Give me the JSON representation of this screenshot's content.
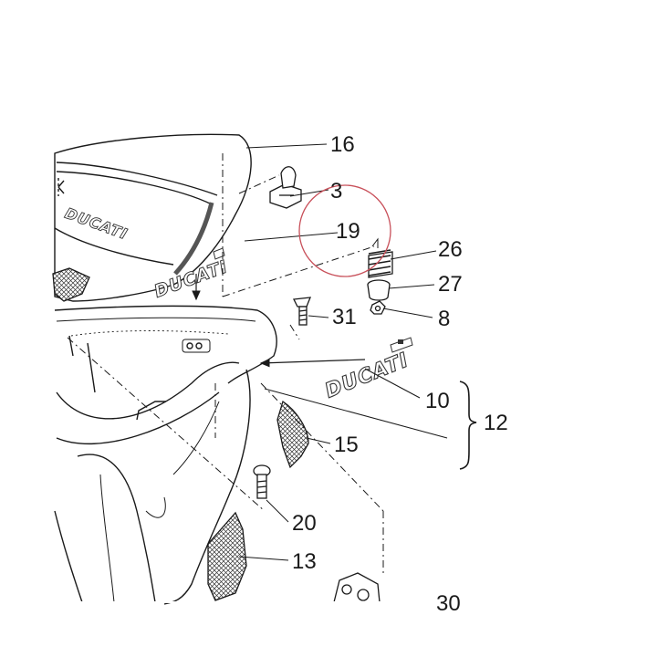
{
  "diagram": {
    "part_numbers": {
      "p16": "16",
      "p3": "3",
      "p19": "19",
      "p26": "26",
      "p27": "27",
      "p31": "31",
      "p8": "8",
      "p10": "10",
      "p12": "12",
      "p15": "15",
      "p20": "20",
      "p13": "13",
      "p_partial": "30"
    },
    "logos": {
      "seat_logo": "DUCATI",
      "fairing_logo": "DUCATI",
      "tail_logo": "DUCATI"
    },
    "highlight_color": "#c8505a",
    "line_color": "#1a1a1a"
  }
}
